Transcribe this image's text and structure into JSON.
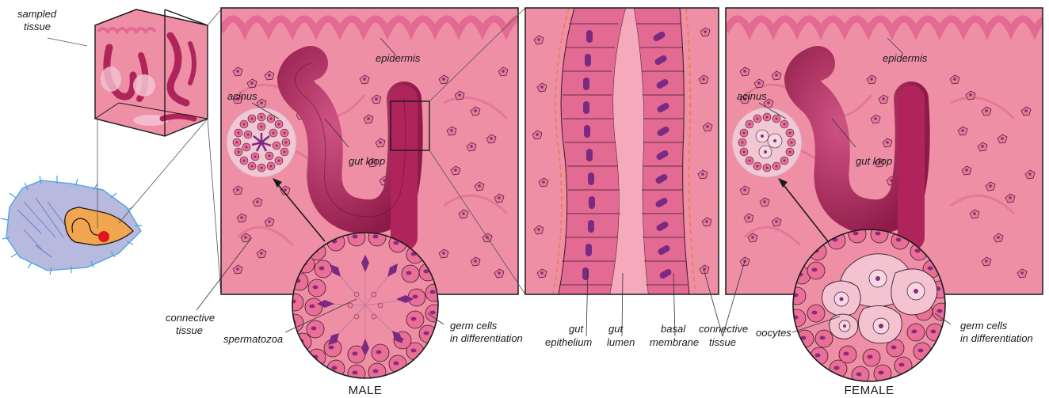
{
  "labels": {
    "sampled_tissue_1": "sampled",
    "sampled_tissue_2": "tissue",
    "epidermis_male": "epidermis",
    "acinus_male": "acinus",
    "gut_loop_male": "gut loop",
    "connective_tissue_left_1": "connective",
    "connective_tissue_left_2": "tissue",
    "spermatozoa": "spermatozoa",
    "germ_cells_male_1": "germ cells",
    "germ_cells_male_2": "in differentiation",
    "gut_epithelium_1": "gut",
    "gut_epithelium_2": "epithelium",
    "gut_lumen_1": "gut",
    "gut_lumen_2": "lumen",
    "basal_membrane_1": "basal",
    "basal_membrane_2": "membrane",
    "connective_tissue_mid_1": "connective",
    "connective_tissue_mid_2": "tissue",
    "epidermis_female": "epidermis",
    "acinus_female": "acinus",
    "gut_loop_female": "gut loop",
    "oocytes": "oocytes",
    "germ_cells_female_1": "germ cells",
    "germ_cells_female_2": "in differentiation"
  },
  "titles": {
    "male": "MALE",
    "female": "FEMALE"
  },
  "colors": {
    "tissue_pink": "#ee8fa6",
    "epidermis": "#e36a92",
    "gut_dark": "#b0245c",
    "cell_fill": "#ea6f97",
    "nucleus": "#8b2a7a",
    "sperm": "#7a2a80",
    "acinus_bg": "#f2c7d4",
    "animal_body": "#b7b9de",
    "animal_spines": "#4aa3e6",
    "organ": "#f2a650",
    "dot_red": "#e0141c"
  }
}
